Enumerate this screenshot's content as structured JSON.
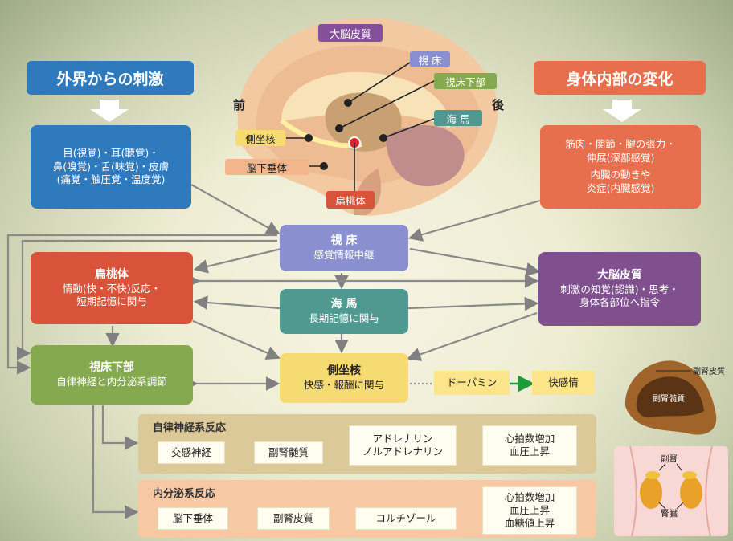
{
  "external_header": "外界からの刺激",
  "internal_header": "身体内部の変化",
  "external_box": {
    "line1": "目(視覚)・耳(聴覚)・",
    "line2": "鼻(嗅覚)・舌(味覚)・皮膚",
    "line3": "(痛覚・触圧覚・温度覚)"
  },
  "internal_box": {
    "line1": "筋肉・関節・腱の張力・",
    "line2": "伸展(深部感覚)",
    "line3": "内臓の動きや",
    "line4": "炎症(内臓感覚)"
  },
  "brain": {
    "cortex": "大脳皮質",
    "thalamus": "視 床",
    "hypothalamus": "視床下部",
    "hippocampus": "海 馬",
    "nucleus_accumbens": "側坐核",
    "pituitary": "脳下垂体",
    "amygdala": "扁桃体",
    "front": "前",
    "back": "後"
  },
  "nodes": {
    "thalamus": {
      "title": "視 床",
      "desc": "感覚情報中継"
    },
    "amygdala": {
      "title": "扁桃体",
      "desc1": "情動(快・不快)反応・",
      "desc2": "短期記憶に関与"
    },
    "cortex": {
      "title": "大脳皮質",
      "desc1": "刺激の知覚(認識)・思考・",
      "desc2": "身体各部位へ指令"
    },
    "hippocampus": {
      "title": "海 馬",
      "desc": "長期記憶に関与"
    },
    "hypothalamus": {
      "title": "視床下部",
      "desc": "自律神経と内分泌系調節"
    },
    "accumbens": {
      "title": "側坐核",
      "desc": "快感・報酬に関与"
    },
    "dopamine": "ドーパミン",
    "pleasure": "快感情"
  },
  "autonomic": {
    "title": "自律神経系反応",
    "sympathetic": "交感神経",
    "medulla": "副腎髄質",
    "hormones1": "アドレナリン",
    "hormones2": "ノルアドレナリン",
    "result1": "心拍数増加",
    "result2": "血圧上昇"
  },
  "endocrine": {
    "title": "内分泌系反応",
    "pituitary": "脳下垂体",
    "cortex": "副腎皮質",
    "hormone": "コルチゾール",
    "result1": "心拍数増加",
    "result2": "血圧上昇",
    "result3": "血糖値上昇"
  },
  "adrenal": {
    "cortex_label": "副腎皮質",
    "medulla_label": "副腎髄質"
  },
  "body": {
    "adrenal_label": "副腎",
    "kidney_label": "腎臓"
  }
}
